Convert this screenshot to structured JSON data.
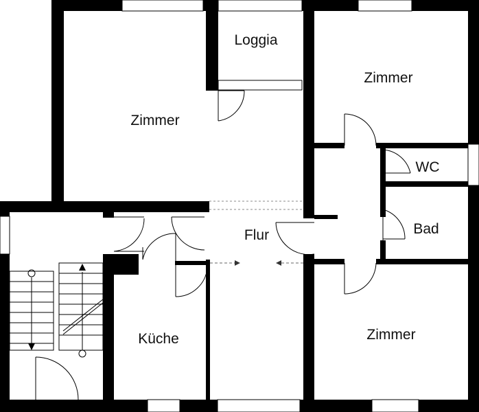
{
  "plan": {
    "rooms": [
      {
        "id": "zimmer-nw",
        "label": "Zimmer"
      },
      {
        "id": "loggia",
        "label": "Loggia"
      },
      {
        "id": "zimmer-ne",
        "label": "Zimmer"
      },
      {
        "id": "wc",
        "label": "WC"
      },
      {
        "id": "bad",
        "label": "Bad"
      },
      {
        "id": "flur",
        "label": "Flur"
      },
      {
        "id": "kueche",
        "label": "Küche"
      },
      {
        "id": "zimmer-se",
        "label": "Zimmer"
      }
    ]
  }
}
